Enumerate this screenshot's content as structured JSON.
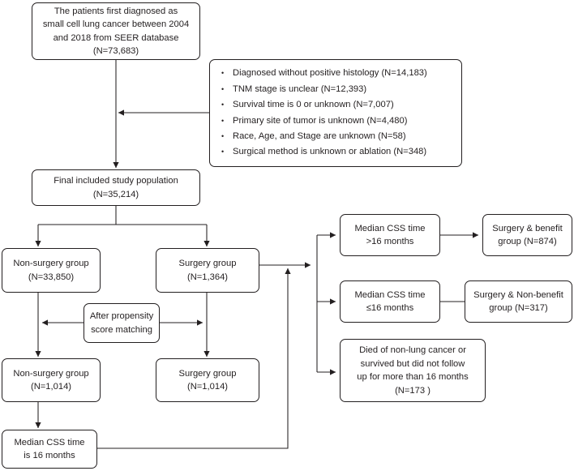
{
  "figure": {
    "type": "flowchart",
    "title": "SEER small cell lung cancer study selection flow diagram",
    "line_color": "#231f20",
    "box_fill": "#ffffff",
    "bullet_glyph": "•"
  },
  "nodes": {
    "cohort_source": {
      "name": "cohort-source-box",
      "lines": [
        "The patients first diagnosed as",
        "small cell lung cancer between 2004",
        "and 2018 from SEER database",
        "(N=73,683)"
      ]
    },
    "exclusions": {
      "name": "exclusion-criteria-box",
      "items": [
        "Diagnosed without positive histology (N=14,183)",
        "TNM stage is unclear (N=12,393)",
        "Survival time is 0 or unknown (N=7,007)",
        "Primary site of tumor is unknown (N=4,480)",
        "Race, Age, and Stage are unknown (N=58)",
        "Surgical method is unknown or ablation (N=348)"
      ]
    },
    "final_population": {
      "name": "final-population-box",
      "lines": [
        "Final included study population",
        "(N=35,214)"
      ]
    },
    "nonsurgery_pre": {
      "name": "non-surgery-group-prematch-box",
      "lines": [
        "Non-surgery group",
        "(N=33,850)"
      ]
    },
    "surgery_pre": {
      "name": "surgery-group-prematch-box",
      "lines": [
        "Surgery group",
        "(N=1,364)"
      ]
    },
    "psm": {
      "name": "propensity-score-matching-box",
      "lines": [
        "After propensity",
        "score matching"
      ]
    },
    "nonsurgery_post": {
      "name": "non-surgery-group-postmatch-box",
      "lines": [
        "Non-surgery group",
        "(N=1,014)"
      ]
    },
    "surgery_post": {
      "name": "surgery-group-postmatch-box",
      "lines": [
        "Surgery group",
        "(N=1,014)"
      ]
    },
    "median_css_ref": {
      "name": "median-css-reference-box",
      "lines": [
        "Median CSS time",
        "is 16 months"
      ]
    },
    "css_above": {
      "name": "median-css-above-16-box",
      "lines": [
        "Median CSS time",
        ">16 months"
      ]
    },
    "css_below": {
      "name": "median-css-at-or-below-16-box",
      "lines": [
        "Median CSS time",
        "≤16 months"
      ]
    },
    "benefit": {
      "name": "surgery-benefit-group-box",
      "lines": [
        "Surgery & benefit",
        "group (N=874)"
      ]
    },
    "nonbenefit": {
      "name": "surgery-non-benefit-group-box",
      "lines": [
        "Surgery & Non-benefit",
        "group (N=317)"
      ]
    },
    "censored": {
      "name": "censored-or-other-death-box",
      "lines": [
        "Died of non-lung cancer or",
        "survived but did not follow",
        "up for more than 16 months",
        "(N=173 )"
      ]
    }
  }
}
